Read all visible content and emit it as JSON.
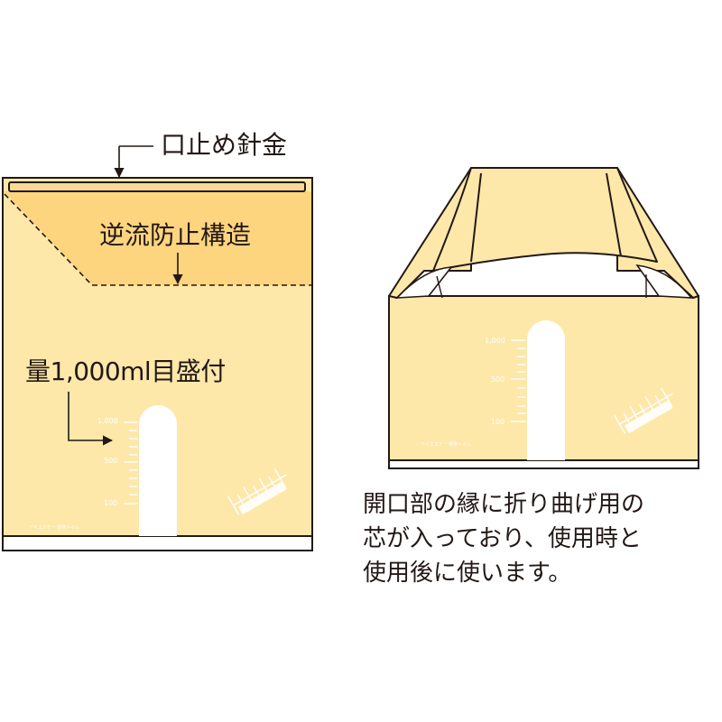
{
  "labels": {
    "wire": "口止め針金",
    "valve": "逆流防止構造",
    "scale": "量1,000ml目盛付"
  },
  "scale_ticks": [
    "1,000",
    "500",
    "100"
  ],
  "brand": "アイエスケー 携帯トイレ",
  "description": [
    "開口部の縁に折り曲げ用の",
    "芯が入っており、使用時と",
    "使用後に使います。"
  ],
  "colors": {
    "bag": "#fde8aa",
    "valve_zone": "#fdd57f",
    "outline": "#231815",
    "bottom_band": "#e9e9e9",
    "window": "#ffffff",
    "top_strip": "#fbd994"
  }
}
